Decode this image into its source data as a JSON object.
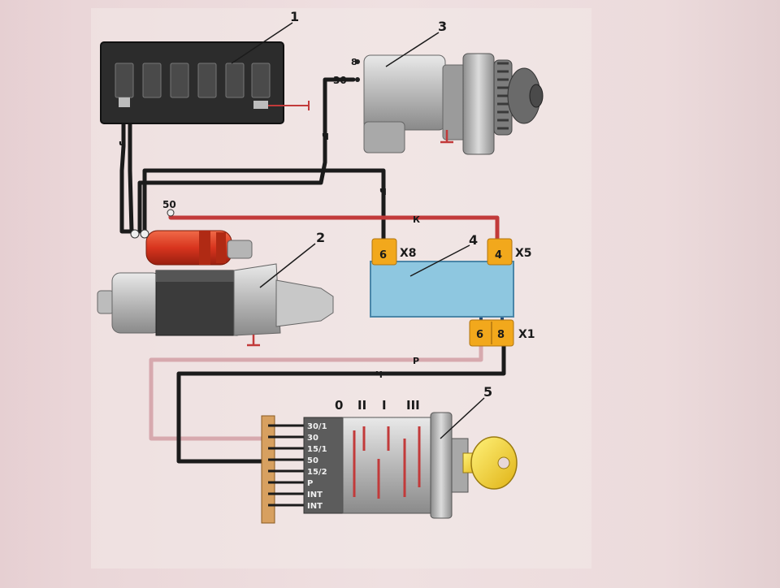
{
  "callouts": {
    "fuse_box": "1",
    "starter": "2",
    "generator": "3",
    "relay_block": "4",
    "ignition_switch": "5"
  },
  "generator": {
    "terminal_top": "8",
    "terminal_30": "30"
  },
  "starter": {
    "terminal_50": "50"
  },
  "relay": {
    "connector_x8": "X8",
    "connector_x5": "X5",
    "connector_x1": "X1",
    "pin_x8": "6",
    "pin_x5": "4",
    "pin_x1_a": "6",
    "pin_x1_b": "8"
  },
  "wire_colors": {
    "fuse_to_starter": "Ч",
    "gen_down": "Ч",
    "relay_x8_feed": "Ч",
    "starter_relay": "К",
    "switch_pink": "Р",
    "switch_black": "Ч"
  },
  "ignition": {
    "positions": [
      "0",
      "II",
      "I",
      "III"
    ],
    "terminals": [
      "30/1",
      "30",
      "15/1",
      "50",
      "15/2",
      "P",
      "INT",
      "INT"
    ]
  },
  "colors": {
    "background": "#ecdcdd",
    "fuse_box": "#2c2c2c",
    "relay_block": "#8ec7e0",
    "connector": "#f2a81c",
    "solenoid": "#d8351e",
    "wire_red": "#c23a3a",
    "wire_pink": "#d7a9ae",
    "key": "#f2d027"
  }
}
